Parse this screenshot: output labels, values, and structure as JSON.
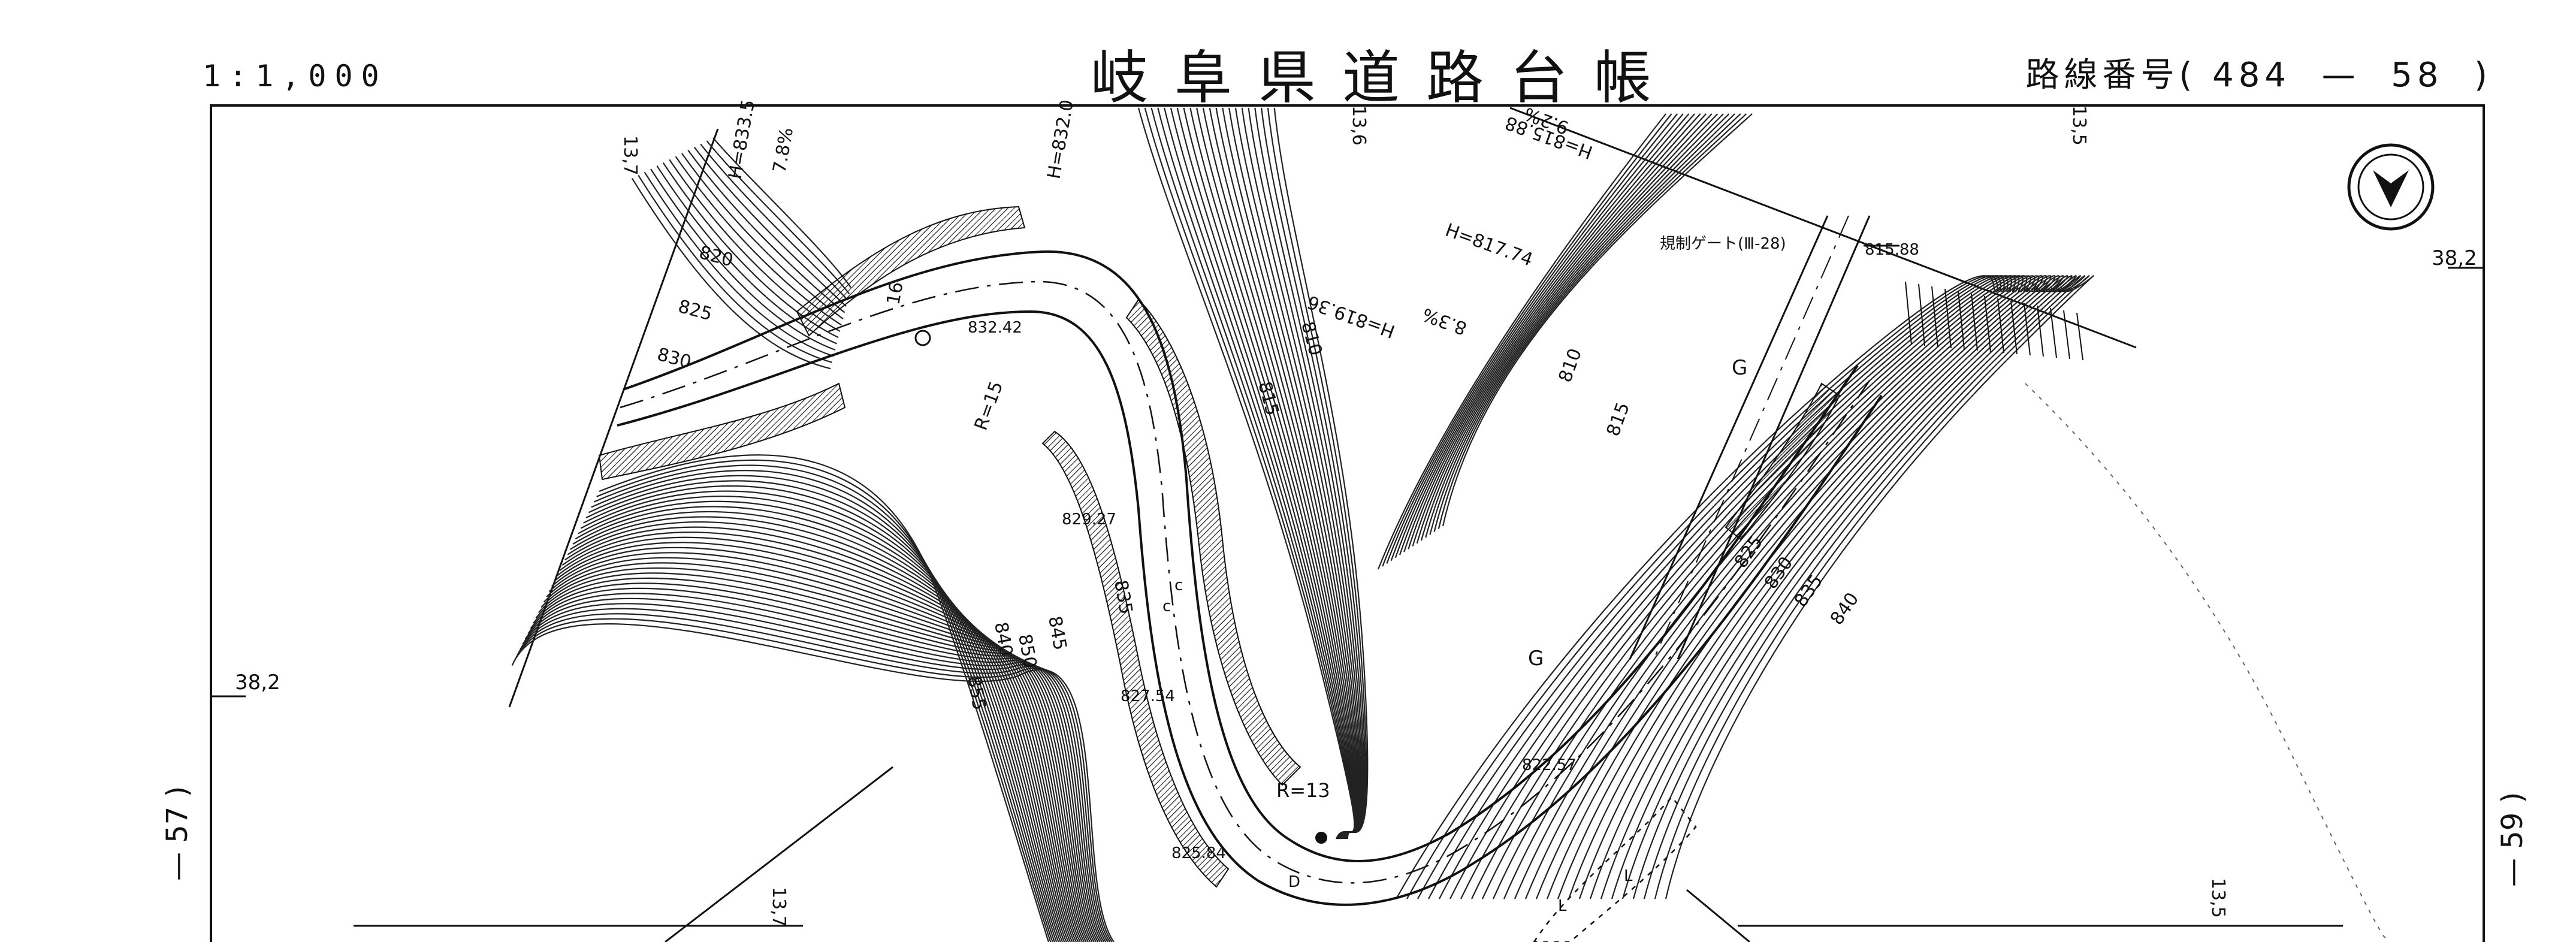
{
  "header": {
    "scale": "1:1,000",
    "title": "岐阜県道路台帳",
    "route_label": "路線番号",
    "route_open": "(",
    "route_number": "484",
    "route_dash": "—",
    "route_sheet": "58",
    "route_close": ")"
  },
  "side_labels": {
    "left": "— 57 )",
    "right": "— 59 )"
  },
  "map": {
    "north_arrow": "north-arrow-icon",
    "sheet_marks": [
      "13,7",
      "13,6",
      "13,5",
      "38,2",
      "38,2",
      "13,7",
      "13,5"
    ],
    "elevations": [
      "832.42",
      "829.27",
      "827.54",
      "822.57",
      "825.84",
      "815.88"
    ],
    "heights": [
      "H=832.0",
      "H=833.5",
      "H=815.88",
      "H=817.74",
      "H=819.36"
    ],
    "grades": [
      "9.2%",
      "8.3%",
      "7.8%"
    ],
    "radii": [
      "R=13",
      "R=15"
    ],
    "station": "16",
    "gate_label": "規制ゲート(Ⅲ-28)",
    "contour_labels": [
      "820",
      "825",
      "830",
      "815",
      "810",
      "810",
      "815",
      "835",
      "840",
      "845",
      "850",
      "855",
      "825",
      "830",
      "835",
      "840"
    ],
    "grid_letters": [
      "G",
      "G",
      "c",
      "c",
      "D",
      "L",
      "L"
    ]
  }
}
